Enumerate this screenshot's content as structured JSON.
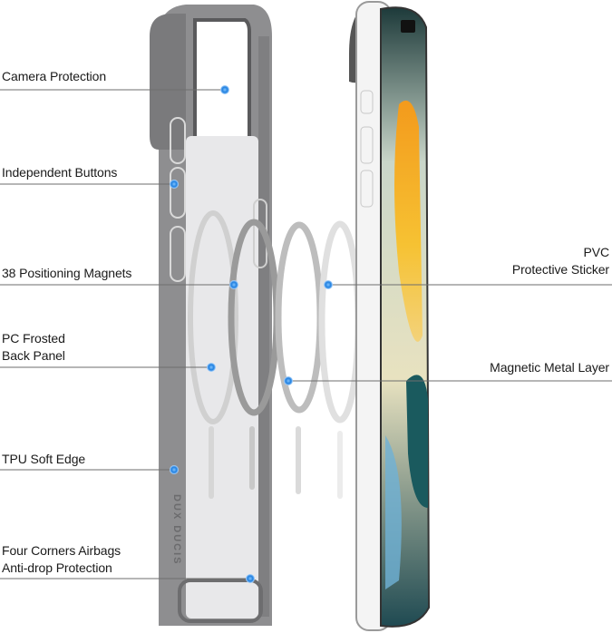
{
  "brand_logo_text": "DUX DUCIS",
  "accent_color": "#2e86de",
  "left_callouts": [
    {
      "lines": [
        "Camera Protection"
      ]
    },
    {
      "lines": [
        "Independent Buttons"
      ]
    },
    {
      "lines": [
        "38 Positioning Magnets"
      ]
    },
    {
      "lines": [
        "PC Frosted",
        "Back Panel"
      ]
    },
    {
      "lines": [
        "TPU Soft Edge"
      ]
    },
    {
      "lines": [
        "Four Corners Airbags",
        "Anti-drop Protection"
      ]
    }
  ],
  "right_callouts": [
    {
      "lines": [
        "PVC",
        "Protective Sticker"
      ]
    },
    {
      "lines": [
        "Magnetic Metal Layer"
      ]
    }
  ]
}
